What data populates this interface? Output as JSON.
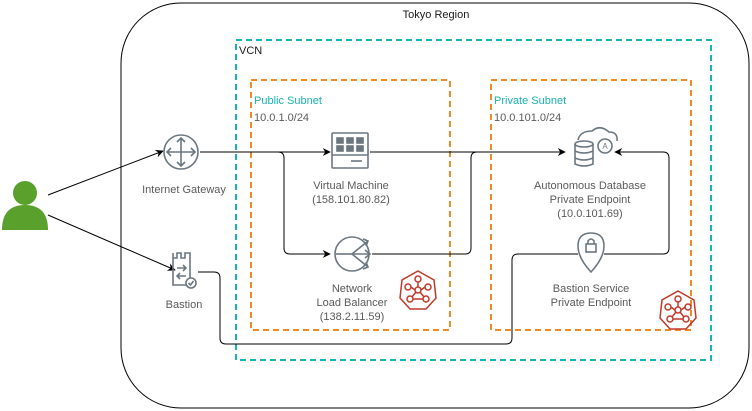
{
  "region": {
    "label": "Tokyo Region"
  },
  "vcn": {
    "label": "VCN"
  },
  "public_subnet": {
    "label": "Public Subnet",
    "cidr": "10.0.1.0/24"
  },
  "private_subnet": {
    "label": "Private Subnet",
    "cidr": "10.0.101.0/24"
  },
  "internet_gateway": {
    "label": "Internet Gateway"
  },
  "bastion": {
    "label": "Bastion"
  },
  "virtual_machine": {
    "line1": "Virtual Machine",
    "line2": "(158.101.80.82)"
  },
  "network_load_balancer": {
    "line1": "Network",
    "line2": "Load Balancer",
    "line3": "(138.2.11.59)"
  },
  "autonomous_database": {
    "line1": "Autonomous Database",
    "line2": "Private Endpoint",
    "line3": "(10.0.101.69)"
  },
  "bastion_service": {
    "line1": "Bastion Service",
    "line2": "Private Endpoint"
  },
  "colors": {
    "region_border": "#000000",
    "vcn_border": "#1ab2b2",
    "subnet_border": "#f08a24",
    "icon_gray": "#6b7780",
    "user_green": "#5aa02c",
    "security_list": "#c0392b"
  },
  "icons": {
    "user": "user-icon",
    "gateway": "internet-gateway-icon",
    "bastion": "bastion-icon",
    "vm": "virtual-machine-icon",
    "nlb": "network-load-balancer-icon",
    "adb": "autonomous-database-icon",
    "pe": "private-endpoint-icon",
    "security": "security-list-icon"
  }
}
